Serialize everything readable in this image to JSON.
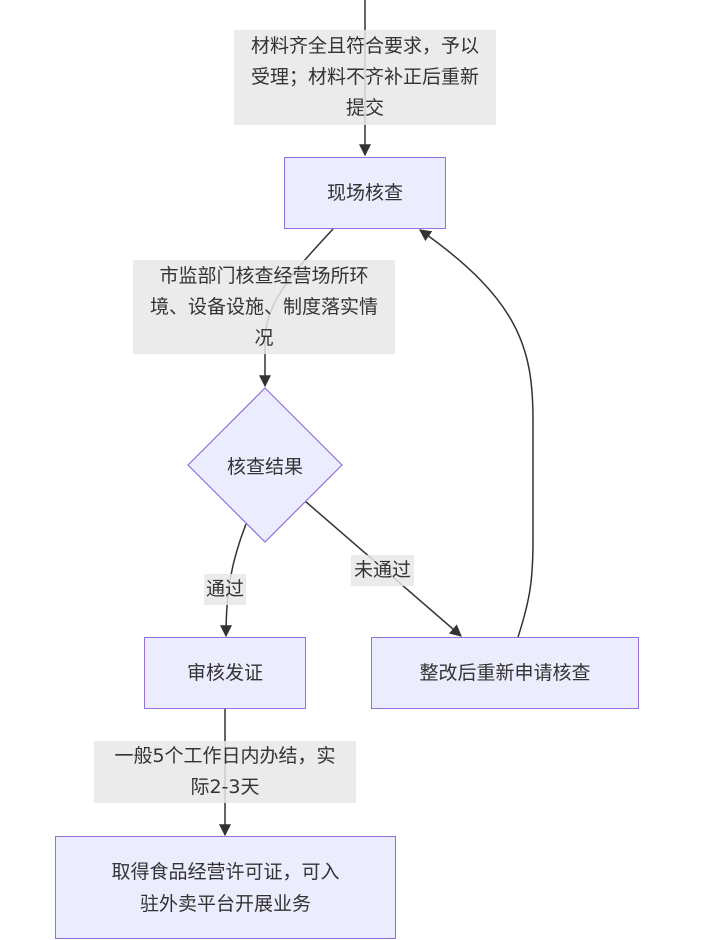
{
  "diagram": {
    "type": "flowchart",
    "colors": {
      "node_fill": "#ECECFF",
      "node_stroke": "#9370DB",
      "edge": "#333333",
      "label_bg": "#E8E8E8",
      "text": "#333333"
    },
    "nodes": {
      "onsite_inspection": "现场核查",
      "inspection_result": "核查结果",
      "review_issue": "审核发证",
      "rectify_reapply": "整改后重新申请核查",
      "obtain_license_line1": "取得食品经营许可证，可入",
      "obtain_license_line2": "驻外卖平台开展业务"
    },
    "edge_labels": {
      "acceptance_line1": "材料齐全且符合要求，予以",
      "acceptance_line2": "受理；材料不齐补正后重新",
      "acceptance_line3": "提交",
      "inspection_line1": "市监部门核查经营场所环",
      "inspection_line2": "境、设备设施、制度落实情",
      "inspection_line3": "况",
      "pass": "通过",
      "fail": "未通过",
      "timeline_line1": "一般5个工作日内办结，实",
      "timeline_line2": "际2-3天"
    },
    "edges": [
      {
        "from": "(above)",
        "to": "onsite_inspection",
        "label": "acceptance"
      },
      {
        "from": "onsite_inspection",
        "to": "inspection_result",
        "label": "inspection"
      },
      {
        "from": "inspection_result",
        "to": "review_issue",
        "label": "pass"
      },
      {
        "from": "inspection_result",
        "to": "rectify_reapply",
        "label": "fail"
      },
      {
        "from": "rectify_reapply",
        "to": "onsite_inspection",
        "label": ""
      },
      {
        "from": "review_issue",
        "to": "obtain_license",
        "label": "timeline"
      }
    ]
  }
}
